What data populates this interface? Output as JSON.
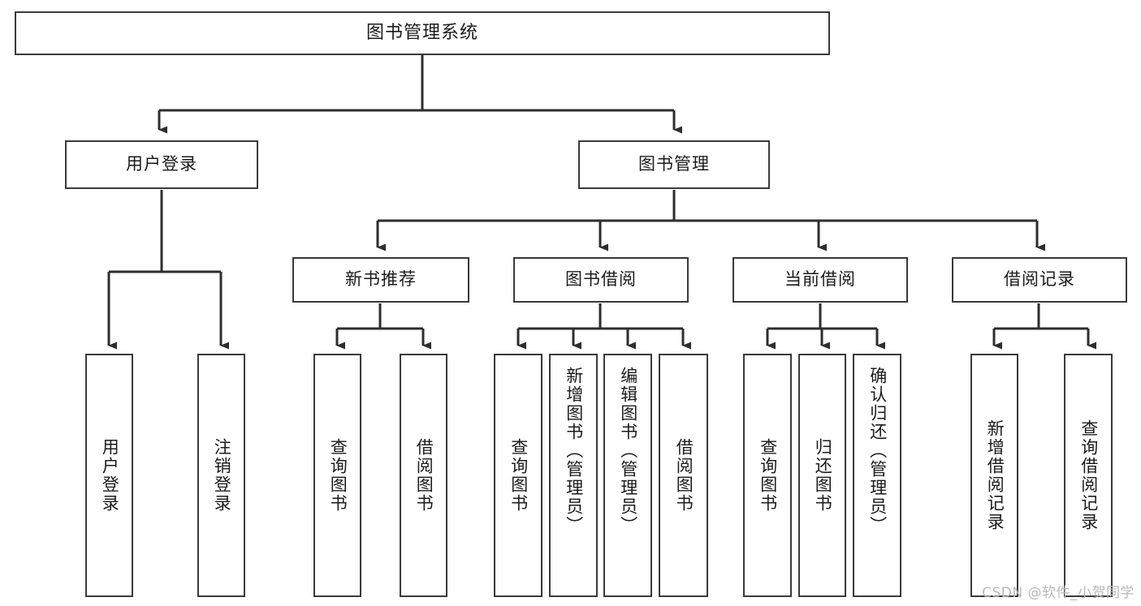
{
  "diagram": {
    "title": "图书管理系统",
    "type": "tree",
    "watermark": "CSDN @软件_小贺同学",
    "colors": {
      "stroke": "#3a3a3a",
      "fill": "#ffffff",
      "text": "#1b1b1b",
      "watermark": "#b9b9b9"
    },
    "root": {
      "label": "图书管理系统"
    },
    "level1": [
      {
        "label": "用户登录"
      },
      {
        "label": "图书管理"
      }
    ],
    "level2": [
      {
        "label": "新书推荐"
      },
      {
        "label": "图书借阅"
      },
      {
        "label": "当前借阅"
      },
      {
        "label": "借阅记录"
      }
    ],
    "leaves": {
      "user_login": [
        {
          "label": "用户登录"
        },
        {
          "label": "注销登录"
        }
      ],
      "new_book_recommend": [
        {
          "label": "查询图书"
        },
        {
          "label": "借阅图书"
        }
      ],
      "book_borrow": [
        {
          "label": "查询图书"
        },
        {
          "label": "新增图书（管理员）"
        },
        {
          "label": "编辑图书（管理员）"
        },
        {
          "label": "借阅图书"
        }
      ],
      "current_borrow": [
        {
          "label": "查询图书"
        },
        {
          "label": "归还图书"
        },
        {
          "label": "确认归还（管理员）"
        }
      ],
      "borrow_record": [
        {
          "label": "新增借阅记录"
        },
        {
          "label": "查询借阅记录"
        }
      ]
    }
  }
}
